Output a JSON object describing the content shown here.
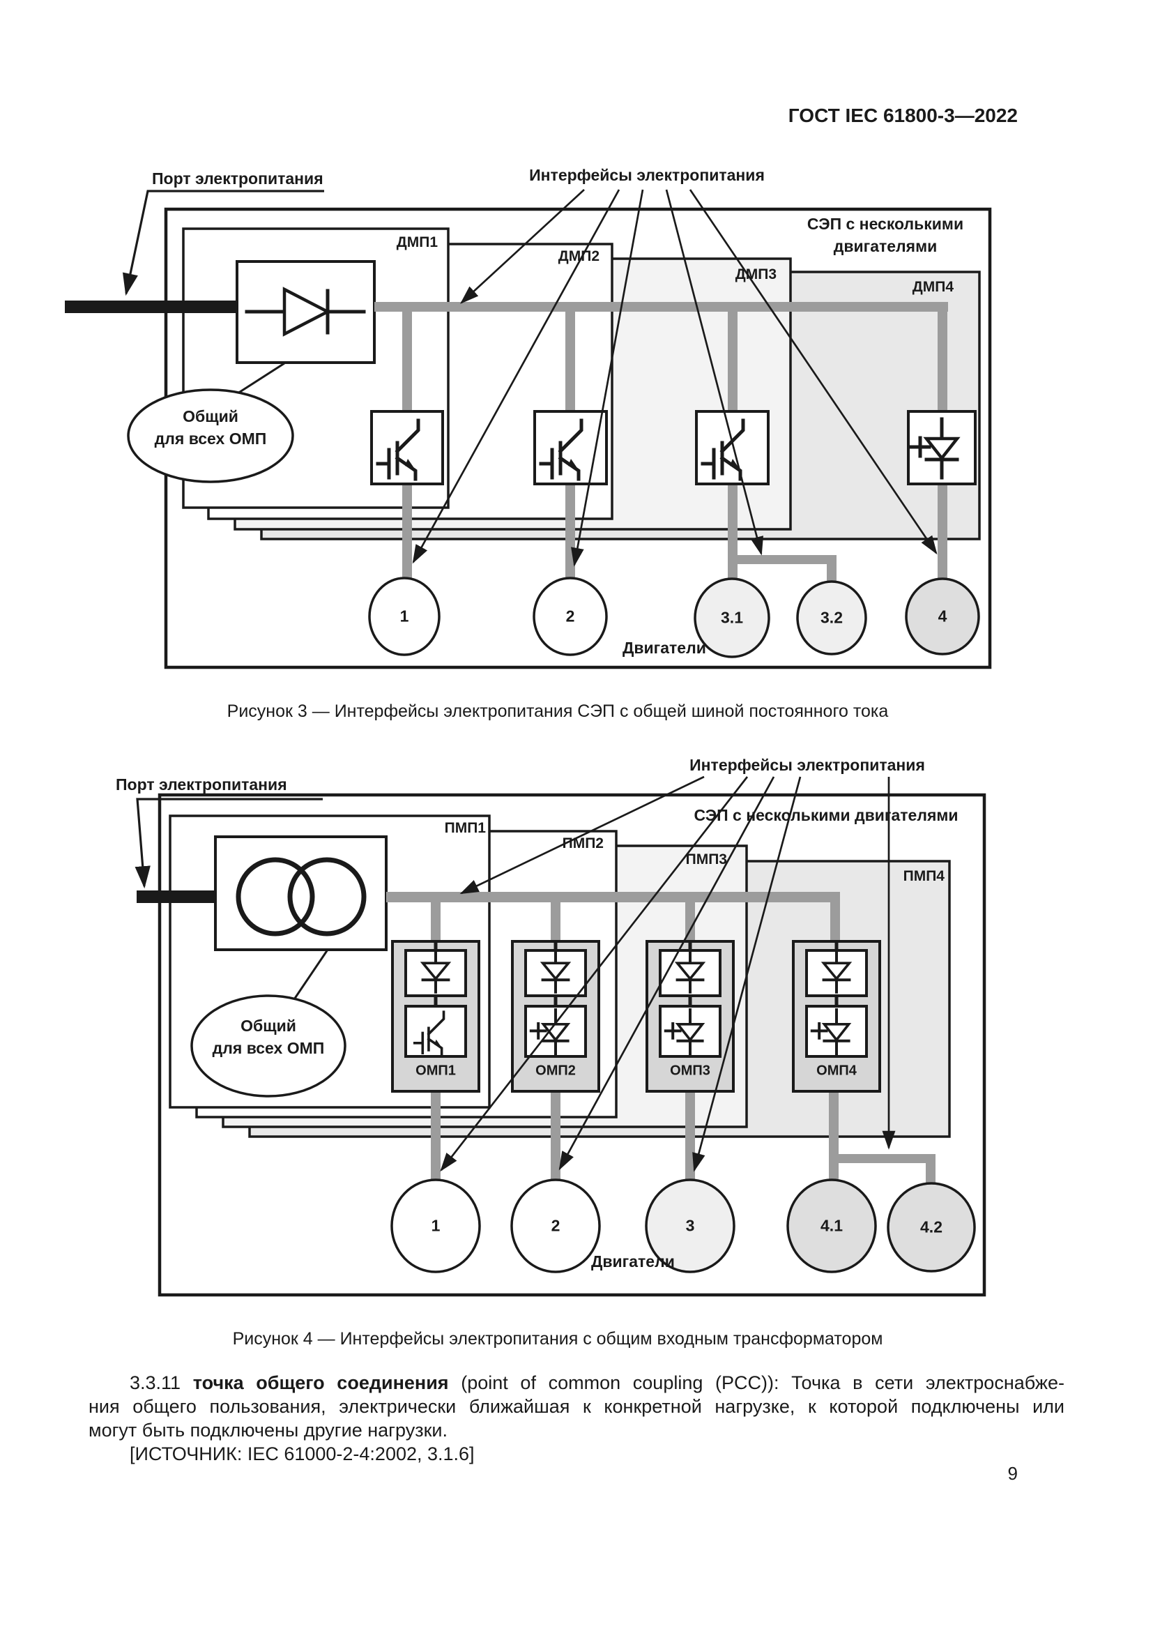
{
  "header": {
    "title": "ГОСТ IEC 61800-3—2022"
  },
  "fig3": {
    "port_label": "Порт электропитания",
    "interfaces_label": "Интерфейсы электропитания",
    "sep_line1": "СЭП с несколькими",
    "sep_line2": "двигателями",
    "modules": [
      "ДМП1",
      "ДМП2",
      "ДМП3",
      "ДМП4"
    ],
    "common_line1": "Общий",
    "common_line2": "для всех ОМП",
    "motors": [
      "1",
      "2",
      "3.1",
      "3.2",
      "4"
    ],
    "motors_label": "Двигатели",
    "caption": "Рисунок 3 — Интерфейсы электропитания СЭП с общей шиной постоянного тока"
  },
  "fig4": {
    "port_label": "Порт электропитания",
    "interfaces_label": "Интерфейсы электропитания",
    "sep_line": "СЭП с несколькими двигателями",
    "modules": [
      "ПМП1",
      "ПМП2",
      "ПМП3",
      "ПМП4"
    ],
    "converters": [
      "ОМП1",
      "ОМП2",
      "ОМП3",
      "ОМП4"
    ],
    "common_line1": "Общий",
    "common_line2": "для всех ОМП",
    "motors": [
      "1",
      "2",
      "3",
      "4.1",
      "4.2"
    ],
    "motors_label": "Двигатели",
    "caption": "Рисунок 4 — Интерфейсы электропитания с общим входным трансформатором"
  },
  "para": {
    "number": "3.3.11",
    "term": "точка общего соединения",
    "line1_rest": " (point of common coupling (PCC)): Точка в сети электроснабже-",
    "line2": "ния общего пользования, электрически ближайшая к конкретной нагрузке, к которой подключены или",
    "line3": "могут быть подключены другие нагрузки.",
    "source": "[ИСТОЧНИК: IEC 61000-2-4:2002, 3.1.6]"
  },
  "page_number": "9",
  "colors": {
    "ink": "#1a1a1a",
    "bus_gray": "#9c9c9c",
    "panel_light": "#f3f3f3",
    "panel_mid": "#e8e8e8",
    "module_gray": "#d6d6d6",
    "motor_light": "#efefef",
    "motor_gray": "#dedede"
  }
}
